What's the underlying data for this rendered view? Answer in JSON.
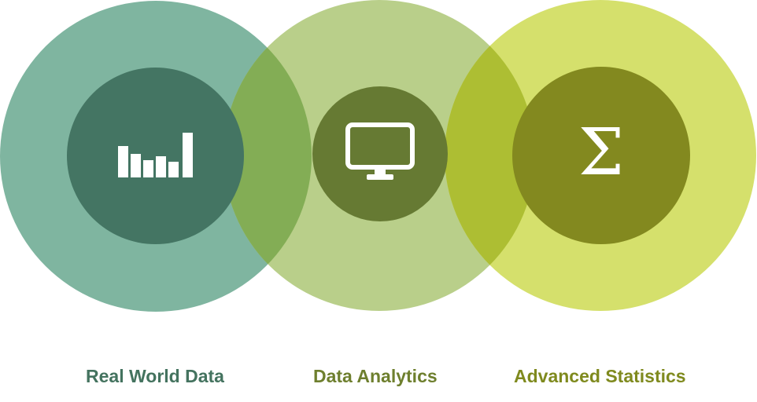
{
  "diagram": {
    "items": [
      {
        "label": "Real World Data",
        "icon": "bar-chart-icon",
        "color": "#447563"
      },
      {
        "label": "Data Analytics",
        "icon": "monitor-icon",
        "color": "#667a33"
      },
      {
        "label": "Advanced Statistics",
        "icon": "sigma-icon",
        "symbol": "Σ",
        "color": "#83891f"
      }
    ]
  },
  "colors": {
    "outer_1": "#7fb5a0",
    "outer_2": "#b9cf8a",
    "outer_3": "#d5e06c",
    "overlap_1_2": "#83ad55",
    "overlap_2_3": "#adbe33"
  }
}
